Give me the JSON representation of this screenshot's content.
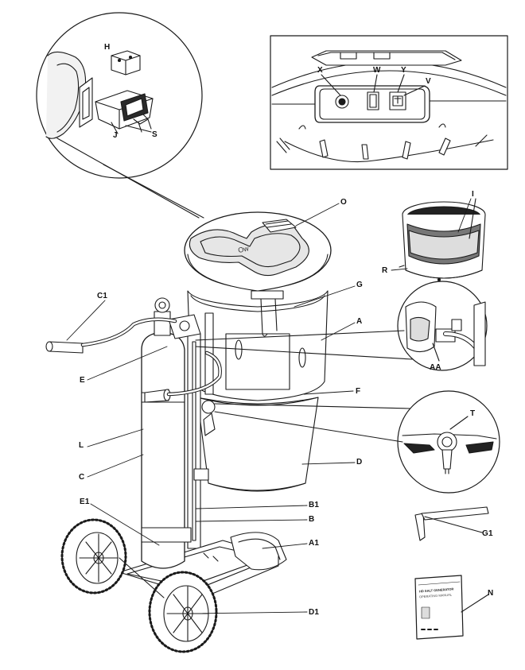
{
  "labels": {
    "X": "X",
    "W": "W",
    "Y": "Y",
    "V": "V",
    "H": "H",
    "J": "J",
    "S": "S",
    "O": "O",
    "I": "I",
    "R": "R",
    "C1": "C1",
    "G": "G",
    "A": "A",
    "AA": "AA",
    "E": "E",
    "F": "F",
    "T": "T",
    "L": "L",
    "C": "C",
    "D": "D",
    "B1": "B1",
    "B": "B",
    "E1": "E1",
    "A1": "A1",
    "G1": "G1",
    "N": "N",
    "D1": "D1"
  },
  "manual": {
    "title": "HD SALT GENERATOR",
    "subtitle": "OPERATING MANUAL"
  },
  "colors": {
    "line": "#1a1a1a",
    "fill": "#ffffff",
    "shade": "#dcdcdc"
  }
}
